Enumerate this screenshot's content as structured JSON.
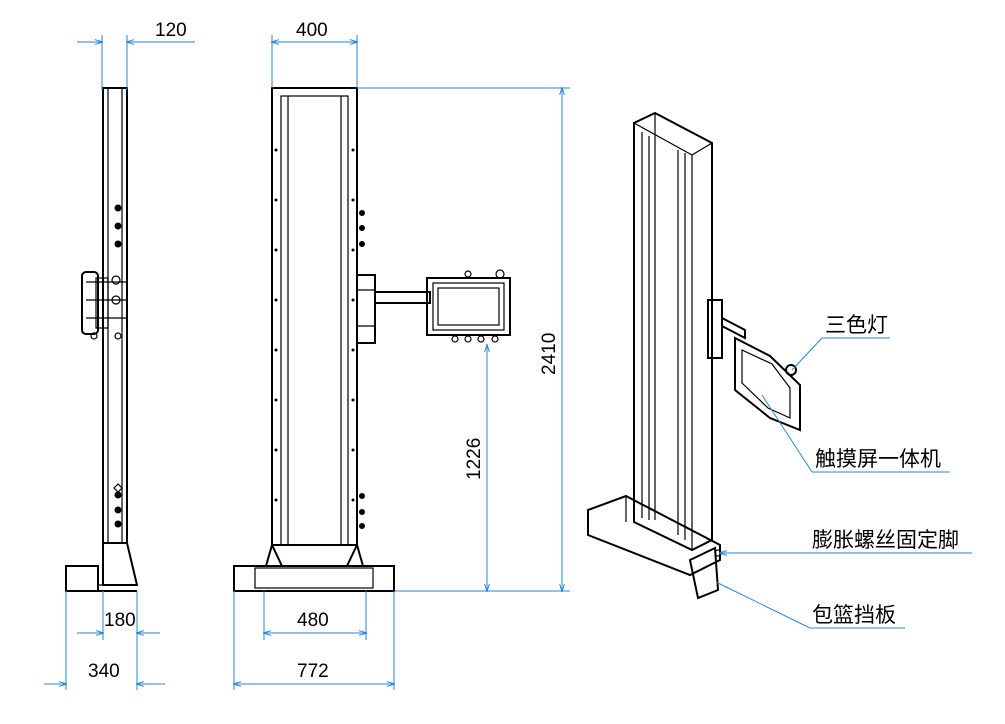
{
  "dimensions": {
    "side_top_width": "120",
    "side_base_inner": "180",
    "side_base_total": "340",
    "front_top_width": "400",
    "front_base_inner": "480",
    "front_base_total": "772",
    "total_height": "2410",
    "screen_height": "1226"
  },
  "callouts": {
    "tri_color_light": "三色灯",
    "touch_screen_pc": "触摸屏一体机",
    "expansion_screw_foot": "膨胀螺丝固定脚",
    "base_cover_plate": "包篮挡板"
  },
  "colors": {
    "dimension_line": "#2b86d6",
    "drawing_line": "#000000",
    "background": "#ffffff"
  }
}
